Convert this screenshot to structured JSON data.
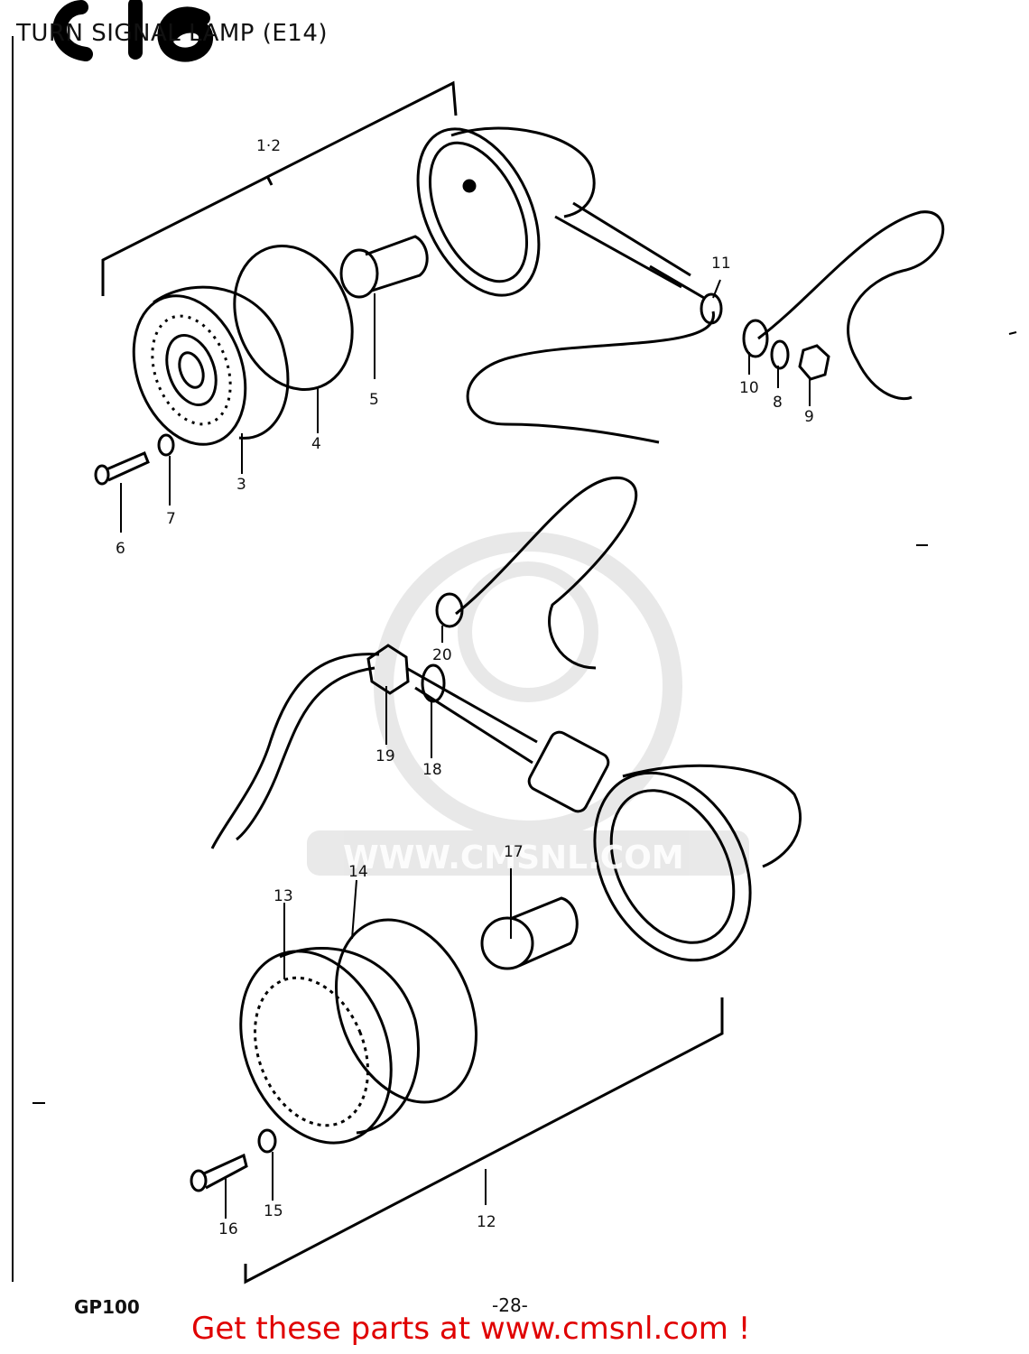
{
  "page": {
    "title": "TURN SIGNAL LAMP (E14)",
    "model": "GP100",
    "page_number": "-28-",
    "banner": "Get these parts at www.cmsnl.com !",
    "watermark": "WWW.CMSNL.COM",
    "banner_color": "#e00000"
  },
  "group_labels": {
    "upper_assembly": "1·2",
    "lower_assembly": "12"
  },
  "parts": {
    "p3": "3",
    "p4": "4",
    "p5": "5",
    "p6": "6",
    "p7": "7",
    "p8": "8",
    "p9": "9",
    "p10": "10",
    "p11": "11",
    "p13": "13",
    "p14": "14",
    "p15": "15",
    "p16": "16",
    "p17": "17",
    "p18": "18",
    "p19": "19",
    "p20": "20"
  }
}
